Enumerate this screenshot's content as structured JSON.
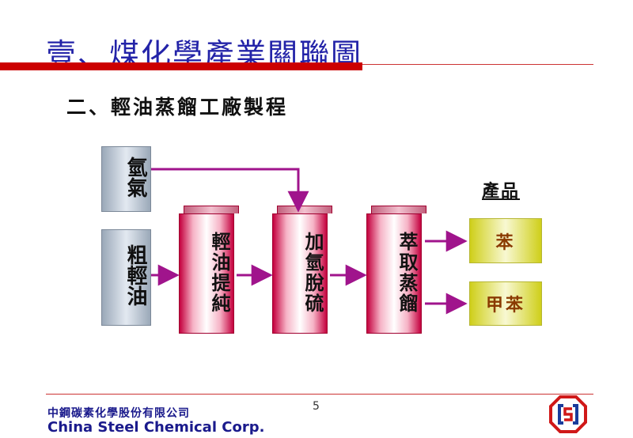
{
  "title": "壹、煤化學產業關聯圖",
  "subtitle": "二、輕油蒸餾工廠製程",
  "inputs": {
    "hydrogen": "氫氣",
    "crude_light_oil": "粗輕油"
  },
  "process": [
    {
      "label": "輕油提純"
    },
    {
      "label": "加氫脫硫"
    },
    {
      "label": "萃取蒸餾"
    }
  ],
  "products": {
    "heading": "產品",
    "items": [
      "苯",
      "甲苯"
    ]
  },
  "footer": {
    "page_number": "5",
    "company_cn": "中鋼碳素化學股份有限公司",
    "company_en": "China Steel Chemical Corp."
  },
  "colors": {
    "title": "#2323a8",
    "accent_red": "#cc0000",
    "arrow": "#a0148c",
    "product_text": "#8a3a00"
  },
  "icons": [
    "company-logo"
  ]
}
